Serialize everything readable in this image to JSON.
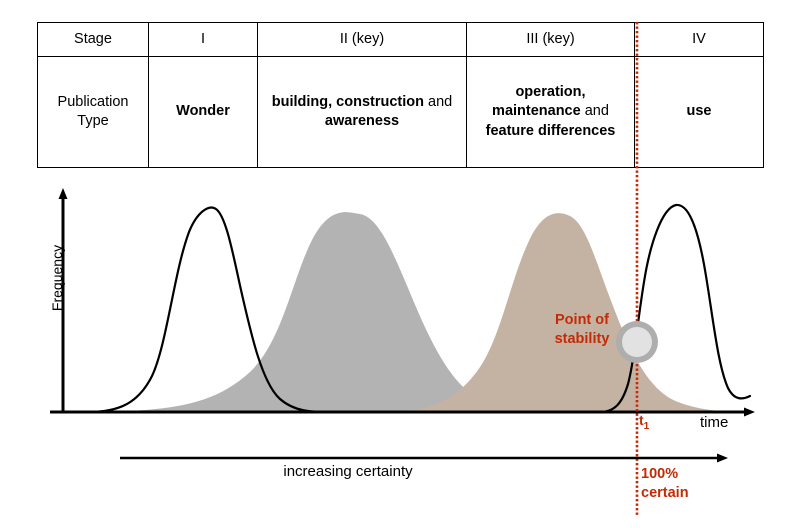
{
  "table": {
    "columns": [
      "Stage",
      "I",
      "II (key)",
      "III (key)",
      "IV"
    ],
    "row_label": "Publication\nType",
    "row_label_line1": "Publication",
    "row_label_line2": "Type",
    "cells": [
      {
        "bold_a": "Wonder",
        "regular": "",
        "bold_b": ""
      },
      {
        "bold_a": "building, construction",
        "regular": " and ",
        "bold_b": "awareness"
      },
      {
        "bold_a": "operation, maintenance",
        "regular": " and ",
        "bold_b": "feature differences"
      },
      {
        "bold_a": "use",
        "regular": "",
        "bold_b": ""
      }
    ],
    "cell_1": "Wonder",
    "cell_4": "use"
  },
  "chart_data": {
    "type": "line",
    "title": "",
    "xlabel": "time",
    "ylabel": "Frequency",
    "xlim": [
      0,
      1
    ],
    "ylim": [
      0,
      1
    ],
    "grid": false,
    "legend": "none",
    "series": [
      {
        "name": "I",
        "stage": "I",
        "peak_x": 0.205,
        "peak_y": 0.94,
        "sigma": 0.052,
        "style": "outline",
        "fill": "none",
        "stroke": "#000000"
      },
      {
        "name": "II",
        "stage": "II (key)",
        "peak_x": 0.445,
        "peak_y": 0.97,
        "sigma": 0.092,
        "style": "filled",
        "fill": "#b3b3b3",
        "stroke": "none"
      },
      {
        "name": "III",
        "stage": "III (key)",
        "peak_x": 0.7,
        "peak_y": 0.97,
        "sigma": 0.088,
        "style": "filled",
        "fill": "#c4b3a3",
        "stroke": "none"
      },
      {
        "name": "IV",
        "stage": "IV",
        "peak_x": 0.905,
        "peak_y": 0.95,
        "sigma": 0.055,
        "style": "outline",
        "fill": "none",
        "stroke": "#000000"
      }
    ],
    "annotations": [
      {
        "name": "point-of-stability",
        "text": "Point of\nstability",
        "line1": "Point of",
        "line2": "stability",
        "color": "#c32b06"
      },
      {
        "name": "t1-tick",
        "text": "t1",
        "color": "#c32b06"
      },
      {
        "name": "increasing-certainty",
        "text": "increasing certainty",
        "color": "#000000"
      },
      {
        "name": "100-percent-certain",
        "text": "100% certain",
        "line1": "100%",
        "line2": "certain",
        "color": "#c32b06"
      }
    ],
    "vertical_marker": {
      "label": "t1",
      "x": 0.855,
      "color": "#c32b06",
      "style": "dashed"
    },
    "stability_marker": {
      "shape": "ring",
      "x": 0.855,
      "y": 0.33,
      "ring_color": "#aeaeae",
      "fill_color": "#e0e0e0"
    }
  },
  "axes": {
    "y_label": "Frequency",
    "x_label": "time",
    "t1": "t",
    "t1_sub": "1"
  },
  "annotations": {
    "point_of_stability_line1": "Point of",
    "point_of_stability_line2": "stability",
    "increasing_certainty": "increasing certainty",
    "percent_certain_line1": "100%",
    "percent_certain_line2": "certain"
  },
  "colors": {
    "stage2_fill": "#b3b3b3",
    "stage3_fill": "#c4b3a3",
    "overlap": "#9c9083",
    "accent_red": "#c32b06",
    "ring_gray": "#aeaeae",
    "ring_inner": "#e0e0e0",
    "ink": "#000000"
  }
}
